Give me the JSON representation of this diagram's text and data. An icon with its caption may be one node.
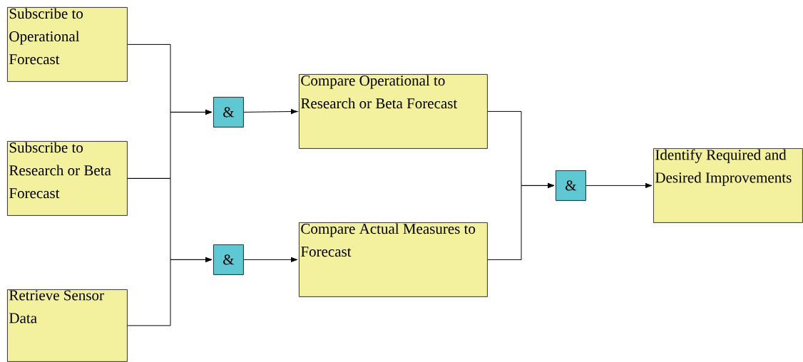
{
  "diagram": {
    "nodes": [
      {
        "text": [
          "Subscribe to Operational Forecast"
        ]
      },
      {
        "text": [
          "Subscribe to Research or Beta Forecast"
        ]
      },
      {
        "text": [
          "Retrieve Sensor Data"
        ]
      },
      {
        "text": [
          "&"
        ]
      },
      {
        "text": [
          "&"
        ]
      },
      {
        "text": [
          "Compare Operational to Research or Beta Forecast"
        ]
      },
      {
        "text": [
          "Compare Actual Measures to Forecast"
        ]
      },
      {
        "text": [
          "&"
        ]
      },
      {
        "text": [
          "Identify Required and Desired Improvements"
        ]
      }
    ],
    "edges": [
      {
        "from": 0,
        "to": 3,
        "arrow": "to"
      },
      {
        "from": 1,
        "to": 3,
        "arrow": "to"
      },
      {
        "from": 1,
        "to": 4,
        "arrow": "to"
      },
      {
        "from": 2,
        "to": 4,
        "arrow": "to"
      },
      {
        "from": 3,
        "to": 5,
        "arrow": "to"
      },
      {
        "from": 4,
        "to": 6,
        "arrow": "to"
      },
      {
        "from": 5,
        "to": 7,
        "arrow": "to"
      },
      {
        "from": 6,
        "to": 7,
        "arrow": "to"
      },
      {
        "from": 7,
        "to": 8,
        "arrow": "to"
      }
    ]
  }
}
